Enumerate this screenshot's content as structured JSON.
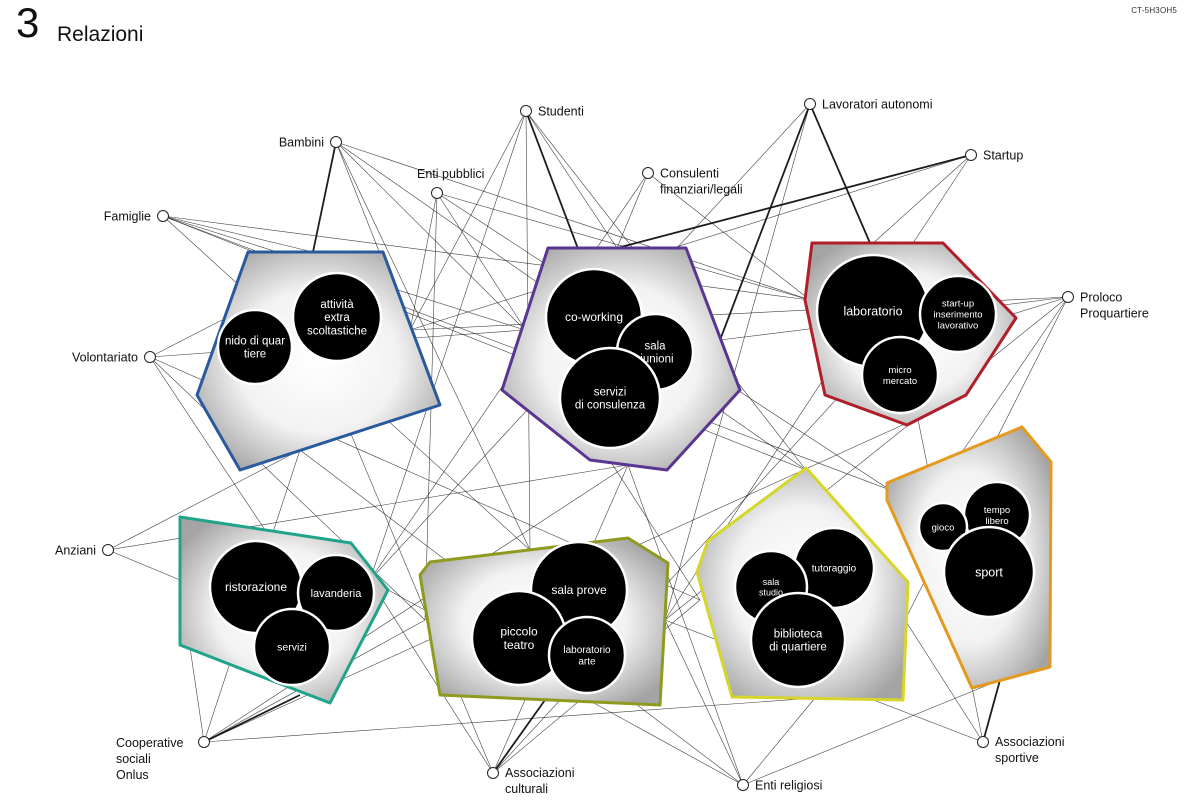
{
  "header": {
    "number": "3",
    "title": "Relazioni",
    "code": "CT-5H3OH5"
  },
  "stakeholders": [
    {
      "id": "studenti",
      "lines": [
        "Studenti"
      ]
    },
    {
      "id": "lavoratori",
      "lines": [
        "Lavoratori autonomi"
      ]
    },
    {
      "id": "bambini",
      "lines": [
        "Bambini"
      ]
    },
    {
      "id": "enti_pubblici",
      "lines": [
        "Enti pubblici"
      ]
    },
    {
      "id": "consulenti",
      "lines": [
        "Consulenti",
        "finanziari/legali"
      ]
    },
    {
      "id": "startup",
      "lines": [
        "Startup"
      ]
    },
    {
      "id": "famiglie",
      "lines": [
        "Famiglie"
      ]
    },
    {
      "id": "proloco",
      "lines": [
        "Proloco",
        "Proquartiere"
      ]
    },
    {
      "id": "volontariato",
      "lines": [
        "Volontariato"
      ]
    },
    {
      "id": "anziani",
      "lines": [
        "Anziani"
      ]
    },
    {
      "id": "cooperative",
      "lines": [
        "Cooperative",
        "sociali",
        "Onlus"
      ]
    },
    {
      "id": "ass_culturali",
      "lines": [
        "Associazioni",
        "culturali"
      ]
    },
    {
      "id": "enti_religiosi",
      "lines": [
        "Enti religiosi"
      ]
    },
    {
      "id": "ass_sportive",
      "lines": [
        "Associazioni",
        "sportive"
      ]
    }
  ],
  "clusters": [
    {
      "id": "c1",
      "border_color": "#2a5a9e",
      "activities": [
        {
          "id": "attivita_extra",
          "lines": [
            "attività",
            "extra",
            "scoltastiche"
          ]
        },
        {
          "id": "nido",
          "lines": [
            "nido di quar",
            "tiere"
          ]
        }
      ]
    },
    {
      "id": "c2",
      "border_color": "#5a3591",
      "activities": [
        {
          "id": "coworking",
          "lines": [
            "co-working"
          ]
        },
        {
          "id": "sala_riunioni",
          "lines": [
            "sala",
            "riunioni"
          ]
        },
        {
          "id": "servizi_consulenza",
          "lines": [
            "servizi",
            "di consulenza"
          ]
        }
      ]
    },
    {
      "id": "c3",
      "border_color": "#b01e2b",
      "activities": [
        {
          "id": "laboratorio",
          "lines": [
            "laboratorio"
          ]
        },
        {
          "id": "startup_ins",
          "lines": [
            "start-up",
            "inserimento",
            "lavorativo"
          ]
        },
        {
          "id": "micro_mercato",
          "lines": [
            "micro",
            "mercato"
          ]
        }
      ]
    },
    {
      "id": "c4",
      "border_color": "#e39a20",
      "activities": [
        {
          "id": "tempo_libero",
          "lines": [
            "tempo",
            "libero"
          ]
        },
        {
          "id": "gioco",
          "lines": [
            "gioco"
          ]
        },
        {
          "id": "sport",
          "lines": [
            "sport"
          ]
        }
      ]
    },
    {
      "id": "c5",
      "border_color": "#1fa389",
      "activities": [
        {
          "id": "ristorazione",
          "lines": [
            "ristorazione"
          ]
        },
        {
          "id": "lavanderia",
          "lines": [
            "lavanderia"
          ]
        },
        {
          "id": "servizi",
          "lines": [
            "servizi"
          ]
        }
      ]
    },
    {
      "id": "c6",
      "border_color": "#8f9a1f",
      "activities": [
        {
          "id": "sala_prove",
          "lines": [
            "sala prove"
          ]
        },
        {
          "id": "piccolo_teatro",
          "lines": [
            "piccolo",
            "teatro"
          ]
        },
        {
          "id": "lab_arte",
          "lines": [
            "laboratorio",
            "arte"
          ]
        }
      ]
    },
    {
      "id": "c7",
      "border_color": "#d6d62a",
      "activities": [
        {
          "id": "tutoraggio",
          "lines": [
            "tutoraggio"
          ]
        },
        {
          "id": "sala_studio",
          "lines": [
            "sala",
            "studio"
          ]
        },
        {
          "id": "biblioteca",
          "lines": [
            "biblioteca",
            "di quartiere"
          ]
        }
      ]
    }
  ]
}
